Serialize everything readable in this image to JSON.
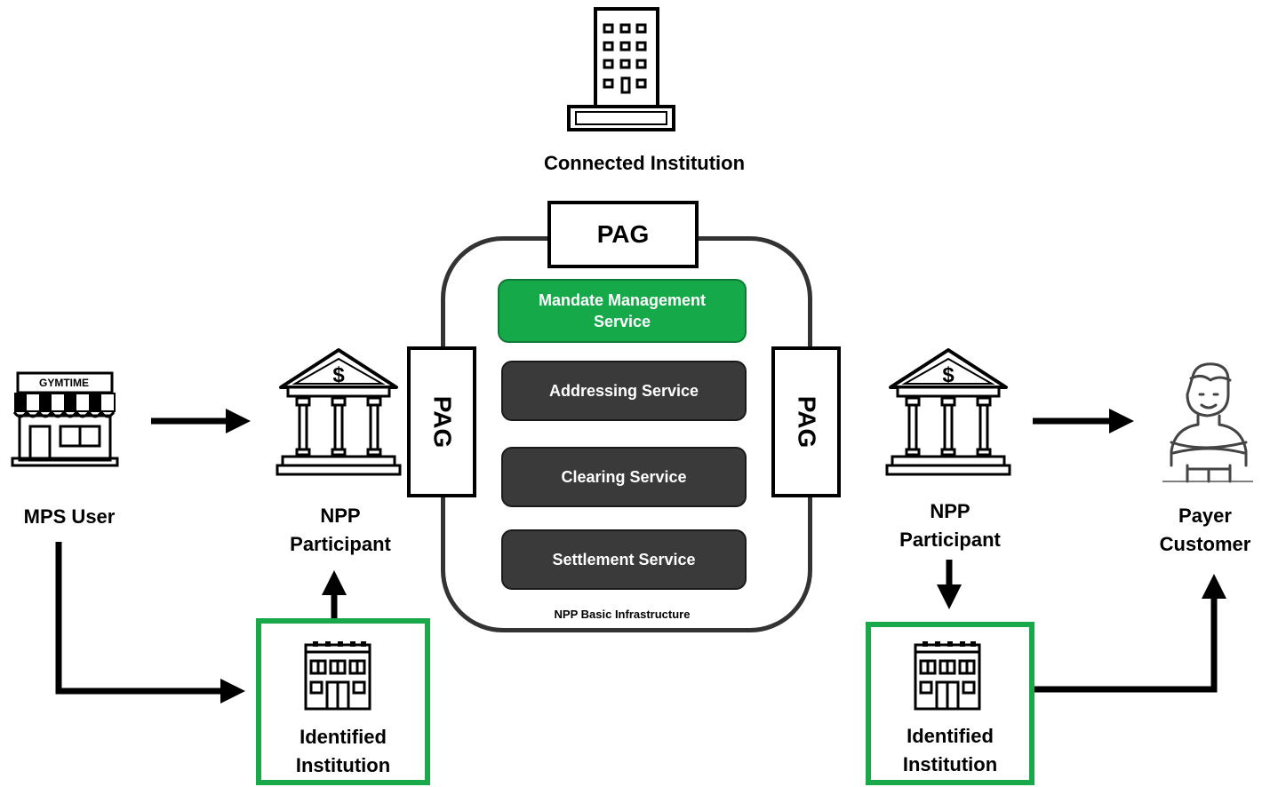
{
  "connected_institution": {
    "label": "Connected Institution"
  },
  "infrastructure": {
    "caption": "NPP Basic Infrastructure",
    "pag_top": "PAG",
    "pag_left": "PAG",
    "pag_right": "PAG",
    "services": [
      {
        "label": "Mandate Management Service",
        "highlight": true
      },
      {
        "label": "Addressing Service",
        "highlight": false
      },
      {
        "label": "Clearing Service",
        "highlight": false
      },
      {
        "label": "Settlement Service",
        "highlight": false
      }
    ]
  },
  "mps_user": {
    "label": "MPS User",
    "store_sign": "GYMTIME"
  },
  "npp_left": {
    "label_line1": "NPP",
    "label_line2": "Participant"
  },
  "npp_right": {
    "label_line1": "NPP",
    "label_line2": "Participant"
  },
  "payer": {
    "label_line1": "Payer",
    "label_line2": "Customer"
  },
  "identified_left": {
    "label_line1": "Identified",
    "label_line2": "Institution"
  },
  "identified_right": {
    "label_line1": "Identified",
    "label_line2": "Institution"
  },
  "colors": {
    "accent_green": "#19a84a",
    "service_dark": "#3a3a3a",
    "service_green": "#16a94a"
  }
}
